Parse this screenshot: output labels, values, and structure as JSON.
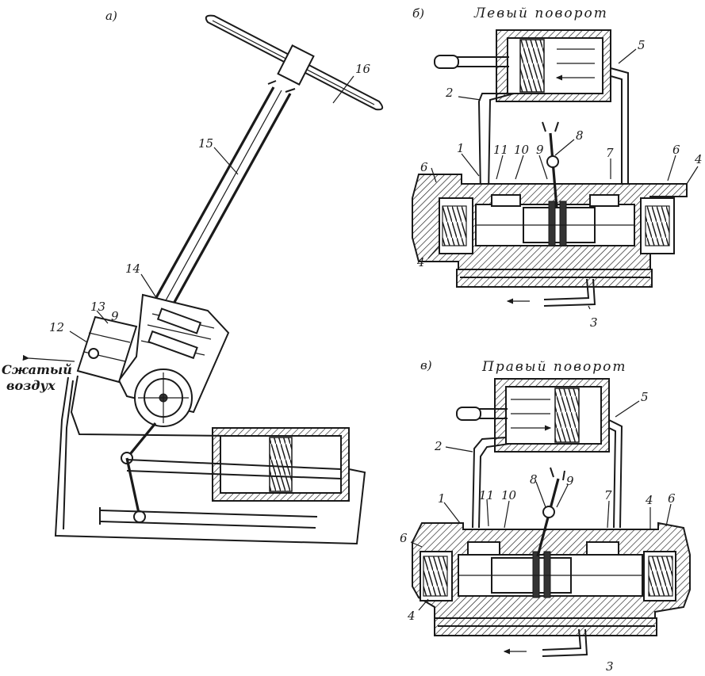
{
  "panels": {
    "a": {
      "tag": "а)"
    },
    "b": {
      "tag": "б)",
      "title": "Левый поворот"
    },
    "v": {
      "tag": "в)",
      "title": "Правый поворот"
    }
  },
  "compressed_air": {
    "line1": "Сжатый",
    "line2": "воздух"
  },
  "labels_a": {
    "n16": "16",
    "n15": "15",
    "n14": "14",
    "n13": "13",
    "n12": "12",
    "n9": "9"
  },
  "labels_b": {
    "n1": "1",
    "n2": "2",
    "n3": "3",
    "n4a": "4",
    "n4b": "4",
    "n5": "5",
    "n6a": "6",
    "n6b": "6",
    "n7": "7",
    "n8": "8",
    "n9": "9",
    "n10": "10",
    "n11": "11"
  },
  "labels_v": {
    "n1": "1",
    "n2": "2",
    "n3": "3",
    "n4a": "4",
    "n4b": "4",
    "n5": "5",
    "n6a": "6",
    "n6b": "6",
    "n7": "7",
    "n8": "8",
    "n9": "9",
    "n10": "10",
    "n11": "11"
  }
}
